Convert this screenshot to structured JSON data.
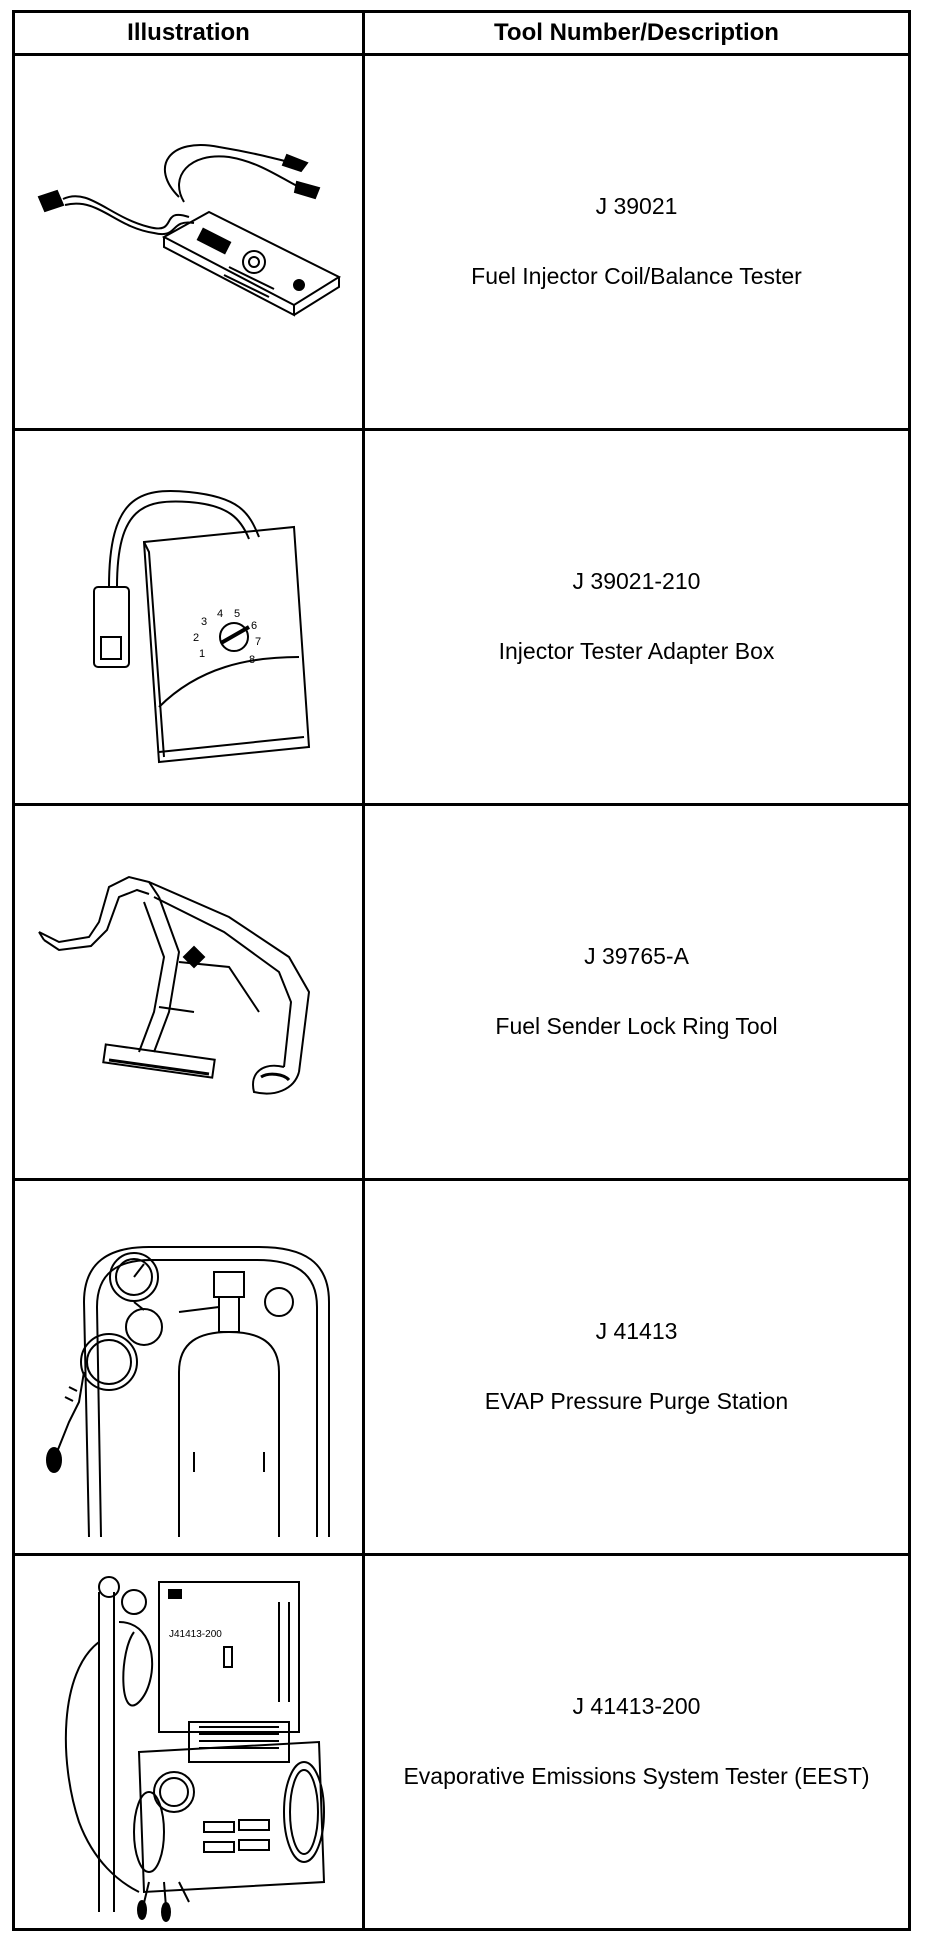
{
  "table": {
    "header": {
      "illustration": "Illustration",
      "description": "Tool Number/Description"
    },
    "rows": [
      {
        "number": "J 39021",
        "description": "Fuel Injector Coil/Balance Tester",
        "icon": "injector-tester-icon"
      },
      {
        "number": "J 39021-210",
        "description": "Injector Tester Adapter Box",
        "icon": "adapter-box-icon",
        "dial_labels": [
          "1",
          "2",
          "3",
          "4",
          "5",
          "6",
          "7",
          "8"
        ]
      },
      {
        "number": "J 39765-A",
        "description": "Fuel Sender Lock Ring Tool",
        "icon": "lock-ring-tool-icon"
      },
      {
        "number": "J 41413",
        "description": "EVAP Pressure Purge Station",
        "icon": "purge-station-icon"
      },
      {
        "number": "J 41413-200",
        "description": "Evaporative Emissions System Tester (EEST)",
        "icon": "eest-icon",
        "device_label": "J41413-200"
      }
    ]
  }
}
